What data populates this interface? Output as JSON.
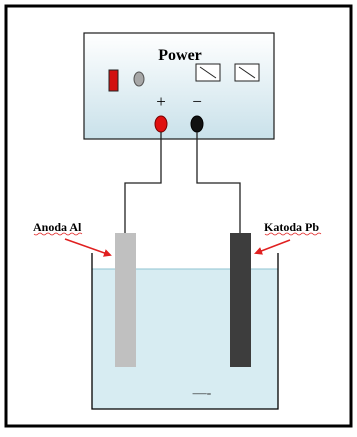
{
  "power_supply": {
    "title": "Power",
    "positive_symbol": "+",
    "negative_symbol": "−"
  },
  "anode": {
    "label": "Anoda Al",
    "color": "#c0c0c0"
  },
  "cathode": {
    "label": "Katoda Pb",
    "color": "#3d3d3d"
  },
  "electrolyte": {
    "mark": "—-",
    "color": "#d7ecf2"
  },
  "colors": {
    "panel_top": "#ffffff",
    "panel_bottom": "#c9e1ea",
    "positive_terminal": "#e01010",
    "negative_terminal": "#111111",
    "arrow": "#e02020",
    "switch": "#d21010",
    "knob": "#a7a7a7"
  }
}
